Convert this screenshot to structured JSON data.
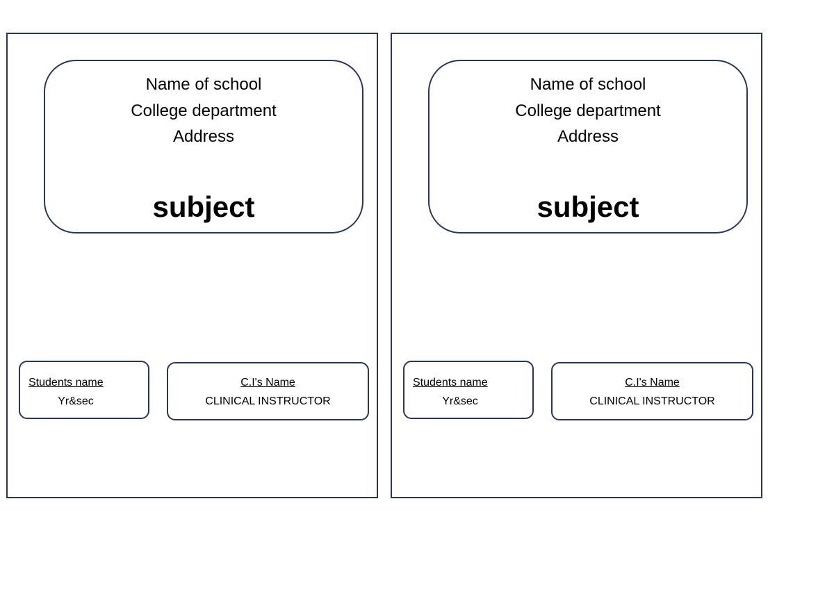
{
  "pages": [
    {
      "header": {
        "school_name": "Name of school",
        "department": "College department",
        "address": "Address",
        "subject": "subject"
      },
      "student": {
        "name_label": "Students name",
        "year_section": "Yr&sec"
      },
      "instructor": {
        "name_label": "C.I's Name",
        "title": "CLINICAL INSTRUCTOR"
      }
    },
    {
      "header": {
        "school_name": "Name of school",
        "department": "College department",
        "address": "Address",
        "subject": "subject"
      },
      "student": {
        "name_label": "Students name",
        "year_section": "Yr&sec"
      },
      "instructor": {
        "name_label": "C.I's Name",
        "title": "CLINICAL INSTRUCTOR"
      }
    }
  ],
  "colors": {
    "border": "#26375a",
    "text": "#000000",
    "background": "#ffffff"
  }
}
